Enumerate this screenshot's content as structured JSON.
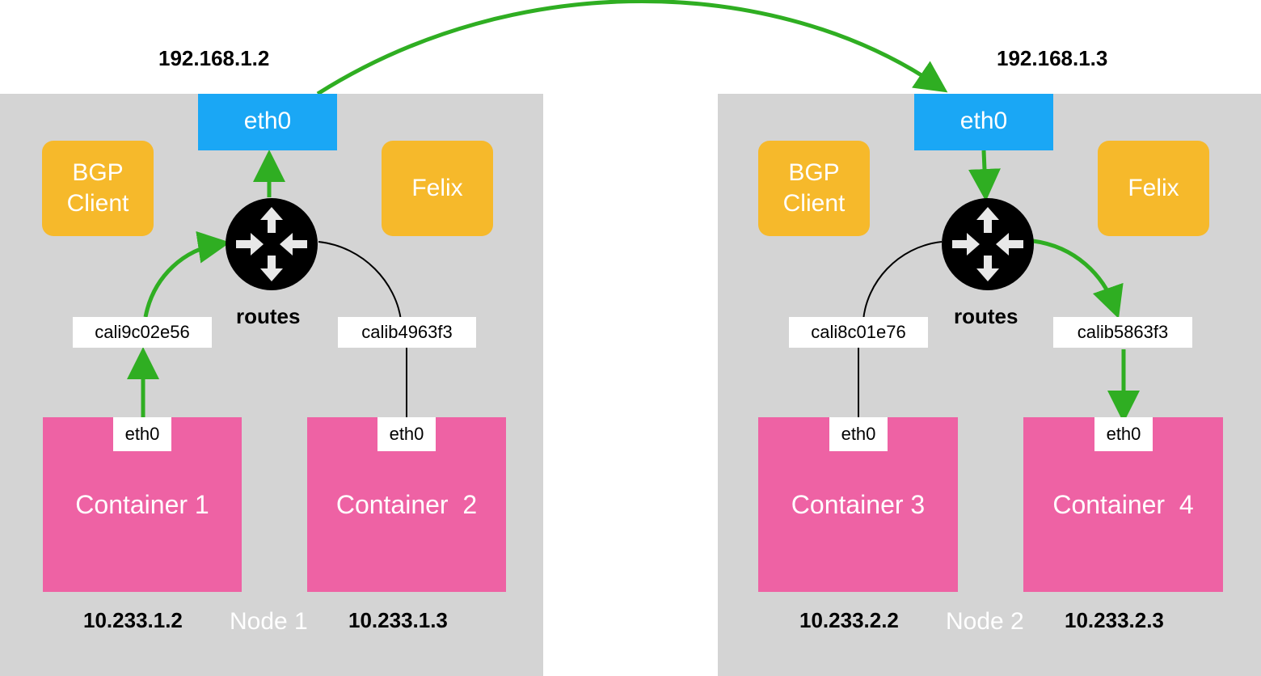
{
  "host_ips": {
    "left": "192.168.1.2",
    "right": "192.168.1.3"
  },
  "nodes": [
    {
      "name": "Node 1",
      "host_iface": "eth0",
      "bgp_client": "BGP\nClient",
      "felix": "Felix",
      "routes": "routes",
      "vethA": "cali9c02e56",
      "vethB": "calib4963f3",
      "containerA": {
        "label": "Container 1",
        "iface": "eth0",
        "ip": "10.233.1.2"
      },
      "containerB": {
        "label": "Container  2",
        "iface": "eth0",
        "ip": "10.233.1.3"
      }
    },
    {
      "name": "Node 2",
      "host_iface": "eth0",
      "bgp_client": "BGP\nClient",
      "felix": "Felix",
      "routes": "routes",
      "vethA": "cali8c01e76",
      "vethB": "calib5863f3",
      "containerA": {
        "label": "Container 3",
        "iface": "eth0",
        "ip": "10.233.2.2"
      },
      "containerB": {
        "label": "Container  4",
        "iface": "eth0",
        "ip": "10.233.2.3"
      }
    }
  ],
  "colors": {
    "node_bg": "#d4d4d4",
    "host_iface": "#1aa7f5",
    "agent": "#f6b92b",
    "container": "#ee62a4",
    "path": "#2fae22"
  }
}
